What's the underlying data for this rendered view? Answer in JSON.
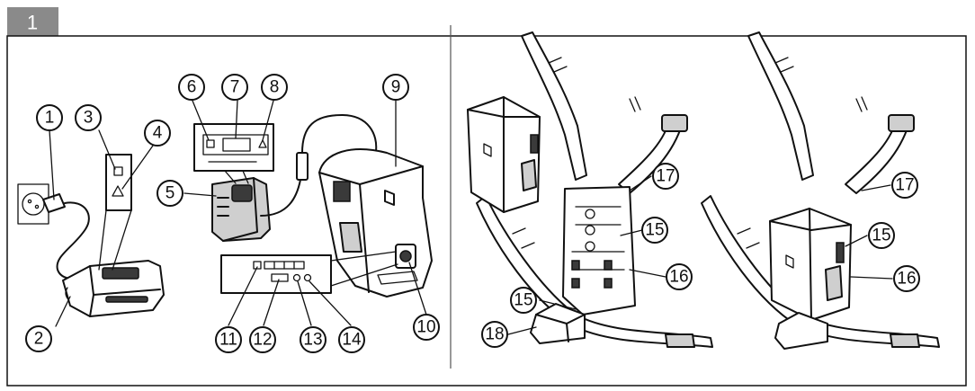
{
  "figure_number": "1",
  "colors": {
    "tag_bg": "#8a8a8a",
    "line": "#111111",
    "shade": "#cfcfcf"
  },
  "left_panel": {
    "callouts": [
      "1",
      "2",
      "3",
      "4",
      "5",
      "6",
      "7",
      "8",
      "9",
      "10",
      "11",
      "12",
      "13",
      "14"
    ]
  },
  "right_panel": {
    "callouts": [
      "15",
      "15",
      "16",
      "17",
      "18",
      "15",
      "16",
      "17"
    ]
  }
}
